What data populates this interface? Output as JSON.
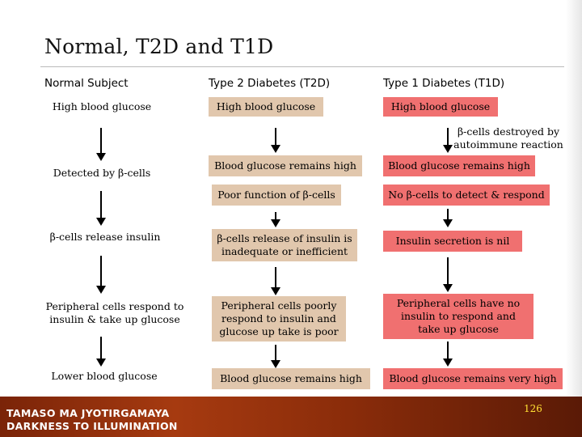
{
  "title": "Normal, T2D and T1D",
  "columns": {
    "normal": {
      "heading": "Normal Subject",
      "boxes": [
        "High blood glucose",
        "Detected by β-cells",
        "β-cells release insulin",
        "Peripheral cells respond to\ninsulin & take up glucose",
        "Lower blood glucose"
      ]
    },
    "t2d": {
      "heading": "Type 2 Diabetes (T2D)",
      "boxes": [
        "High blood glucose",
        "Blood glucose remains high",
        "Poor function of β-cells",
        "β-cells release of insulin is\ninadequate or inefficient",
        "Peripheral cells poorly\nrespond to insulin and\nglucose up take is poor",
        "Blood glucose remains high"
      ]
    },
    "t1d": {
      "heading": "Type 1 Diabetes (T1D)",
      "boxes": [
        "High blood glucose",
        "Blood glucose remains high",
        "No β-cells to detect & respond",
        "Insulin secretion is nil",
        "Peripheral cells have no\ninsulin to respond and\ntake up glucose",
        "Blood glucose remains very high"
      ],
      "note": "β-cells destroyed by\nautoimmune reaction"
    }
  },
  "footer": {
    "line1": "TAMASO MA JYOTIRGAMAYA",
    "line2": "DARKNESS TO ILLUMINATION",
    "page_number": "126"
  },
  "colors": {
    "tan_box": "#e1c7ad",
    "red_box": "#f07070",
    "footer_bar": "#8a2c0a",
    "page_number": "#ffe033"
  }
}
